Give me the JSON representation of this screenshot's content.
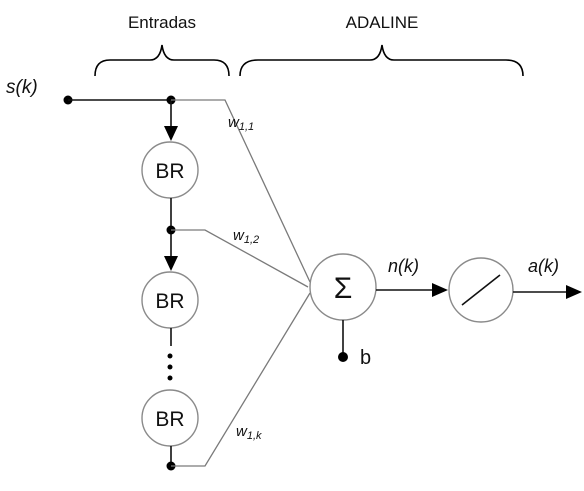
{
  "diagram": {
    "labels": {
      "entradas": "Entradas",
      "adaline": "ADALINE",
      "input_signal": "s(k)",
      "weight_1": "w",
      "weight_1_sub": "1,1",
      "weight_2": "w",
      "weight_2_sub": "1,2",
      "weight_k": "w",
      "weight_k_sub": "1,k",
      "net_output": "n(k)",
      "activation_output": "a(k)",
      "bias": "b"
    },
    "blocks": {
      "delay_1": "BR",
      "delay_2": "BR",
      "delay_3": "BR",
      "summation": "Σ",
      "ellipsis": "⋮"
    },
    "colors": {
      "lines": "#7a7a7a",
      "node_border": "#8a8a8a",
      "ink": "#111111"
    }
  }
}
